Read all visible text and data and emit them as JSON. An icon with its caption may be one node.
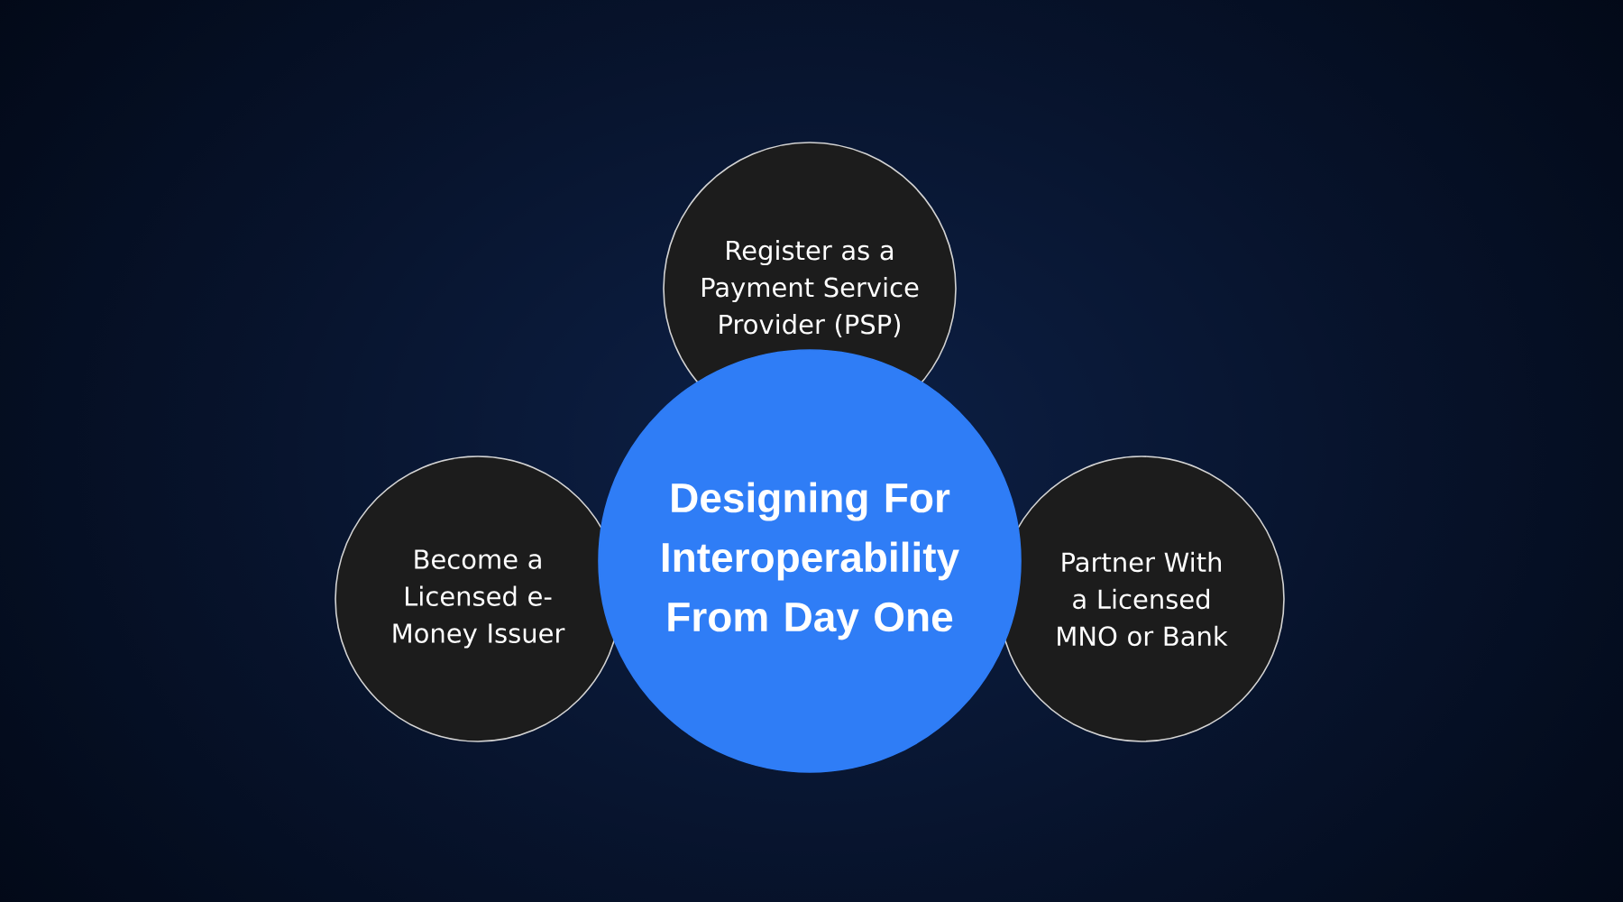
{
  "diagram": {
    "nodes": [
      {
        "text": [
          "Register as a Payment Service Provider (PSP)"
        ]
      },
      {
        "text": [
          "Become a Licensed e-Money Issuer"
        ]
      },
      {
        "text": [
          "Designing For Interoperability From Day One"
        ]
      },
      {
        "text": [
          "Partner With a Licensed MNO or Bank"
        ]
      }
    ]
  }
}
